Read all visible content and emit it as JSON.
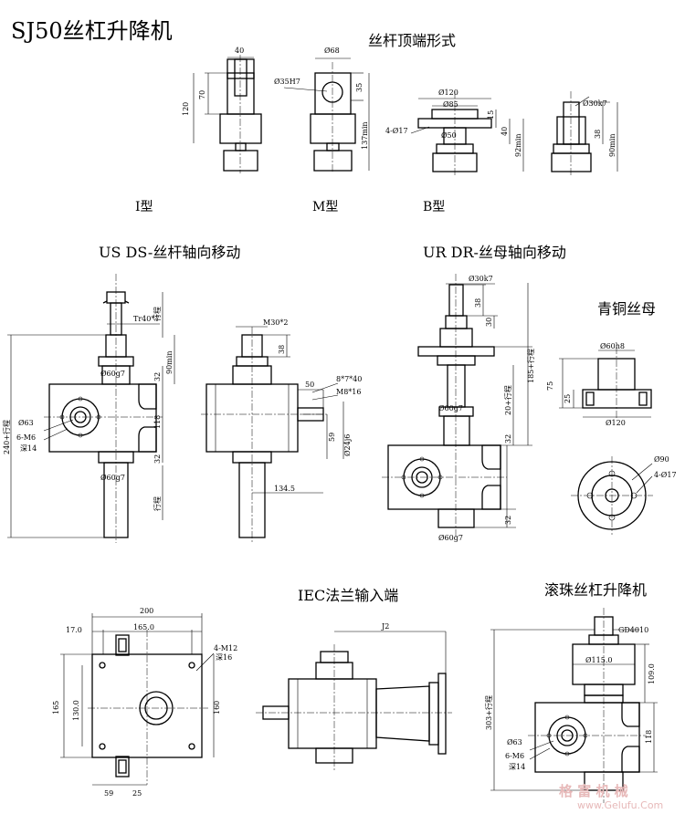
{
  "title": "SJ50丝杠升降机",
  "sections": {
    "top_forms": "丝杆顶端形式",
    "us_ds": "US  DS-丝杆轴向移动",
    "ur_dr": "UR  DR-丝母轴向移动",
    "bronze_nut": "青铜丝母",
    "iec_flange": "IEC法兰输入端",
    "ball_screw": "滚珠丝杠升降机"
  },
  "type_labels": {
    "i": "I型",
    "m": "M型",
    "b": "B型"
  },
  "dims": {
    "i_w40": "40",
    "i_h70": "70",
    "i_h120": "120",
    "m_d68": "Ø68",
    "m_bore": "Ø35H7",
    "m_h35": "35",
    "m_h137": "137min",
    "b_d120": "Ø120",
    "b_d85": "Ø85",
    "b_d50": "Ø50",
    "b_holes": "4-Ø17",
    "b_h15": "15",
    "b_h40": "40",
    "b_h92": "92min",
    "k_d30": "Ø30k7",
    "k_h38": "38",
    "k_h90": "90min",
    "us_tr": "Tr40*7",
    "us_stroke": "行程",
    "us_90": "90min",
    "us_d60_top": "Ø60g7",
    "us_32a": "32",
    "us_118": "118",
    "us_32b": "32",
    "us_d60_bot": "Ø60g7",
    "us_240": "240+行程",
    "us_stroke_bot": "行程",
    "us_d63": "Ø63",
    "us_m6": "6-M6",
    "us_depth": "深14",
    "sd_m30": "M30*2",
    "sd_38": "38",
    "sd_50": "50",
    "sd_key": "8*7*40",
    "sd_m8": "M8*16",
    "sd_59": "59",
    "sd_d24": "Ø24j6",
    "sd_134": "134.5",
    "ur_d30": "Ø30k7",
    "ur_38": "38",
    "ur_30": "30",
    "ur_185": "185+行程",
    "ur_20": "20+行程",
    "ur_d60a": "Ø60g7",
    "ur_32a": "32",
    "ur_32b": "32",
    "ur_d60b": "Ø60g7",
    "nut_d60": "Ø60h8",
    "nut_75": "75",
    "nut_25": "25",
    "nut_d120": "Ø120",
    "nut_d90": "Ø90",
    "nut_holes": "4-Ø17",
    "pl_200": "200",
    "pl_17": "17.0",
    "pl_165w": "165.0",
    "pl_m12": "4-M12",
    "pl_depth": "深16",
    "pl_165h": "165",
    "pl_130": "130.0",
    "pl_160": "160",
    "pl_59": "59",
    "pl_25": "25",
    "iec_j2": "J2",
    "bs_gd": "GD4010",
    "bs_d115": "Ø115.0",
    "bs_109": "109.0",
    "bs_303": "303+行程",
    "bs_118": "118",
    "bs_d63": "Ø63",
    "bs_m6": "6-M6",
    "bs_depth": "深14"
  },
  "watermark": {
    "cn": "格 富 机 械",
    "en": "www.Gelufu.Com"
  }
}
